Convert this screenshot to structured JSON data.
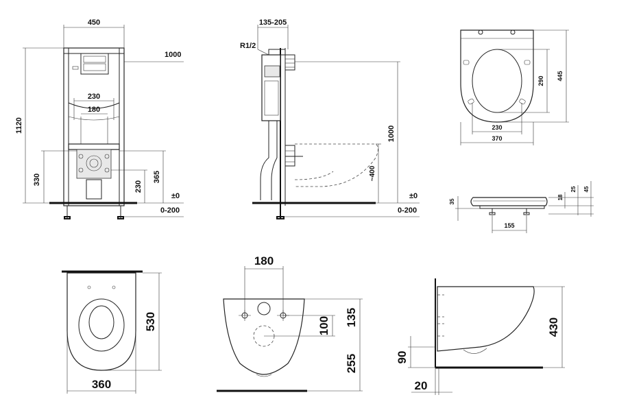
{
  "frame_front": {
    "width": "450",
    "height": "1120",
    "top_ref": "1000",
    "pipe_spacing_outer": "230",
    "pipe_spacing_inner": "180",
    "low_height": "330",
    "bolt_height": "230",
    "mid_height": "365",
    "floor_zero": "±0",
    "floor_range": "0-200"
  },
  "frame_side": {
    "depth_range": "135-205",
    "inlet": "R1/2",
    "height_1000": "1000",
    "approx_400": "~400",
    "floor_zero": "±0",
    "floor_range": "0-200"
  },
  "seat_top": {
    "length": "445",
    "inner_length": "290",
    "inner_width": "230",
    "outer_width": "370"
  },
  "seat_side": {
    "d35": "35",
    "d18": "18",
    "d25": "25",
    "d45": "45",
    "hinge_spacing": "155"
  },
  "bowl_top": {
    "length": "530",
    "width": "360"
  },
  "bowl_back": {
    "bolt_spacing": "180",
    "outlet_offset": "100",
    "inlet_offset": "135",
    "outlet_height": "255"
  },
  "bowl_side": {
    "height": "430",
    "outlet_height": "90",
    "wall_gap": "20"
  }
}
